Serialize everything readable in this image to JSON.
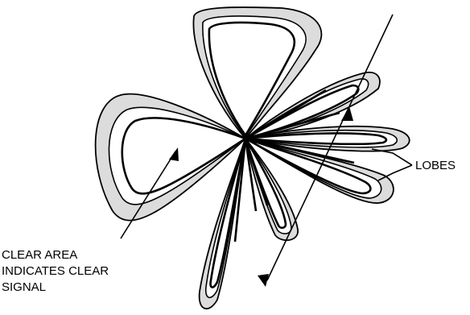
{
  "labels": {
    "lobes": "LOBES",
    "clear_area_line1": "CLEAR AREA",
    "clear_area_line2": "INDICATES CLEAR",
    "clear_area_line3": "SIGNAL"
  },
  "colors": {
    "lobe_fill": "#dcdcdc",
    "outline": "#000000",
    "background": "#ffffff"
  }
}
